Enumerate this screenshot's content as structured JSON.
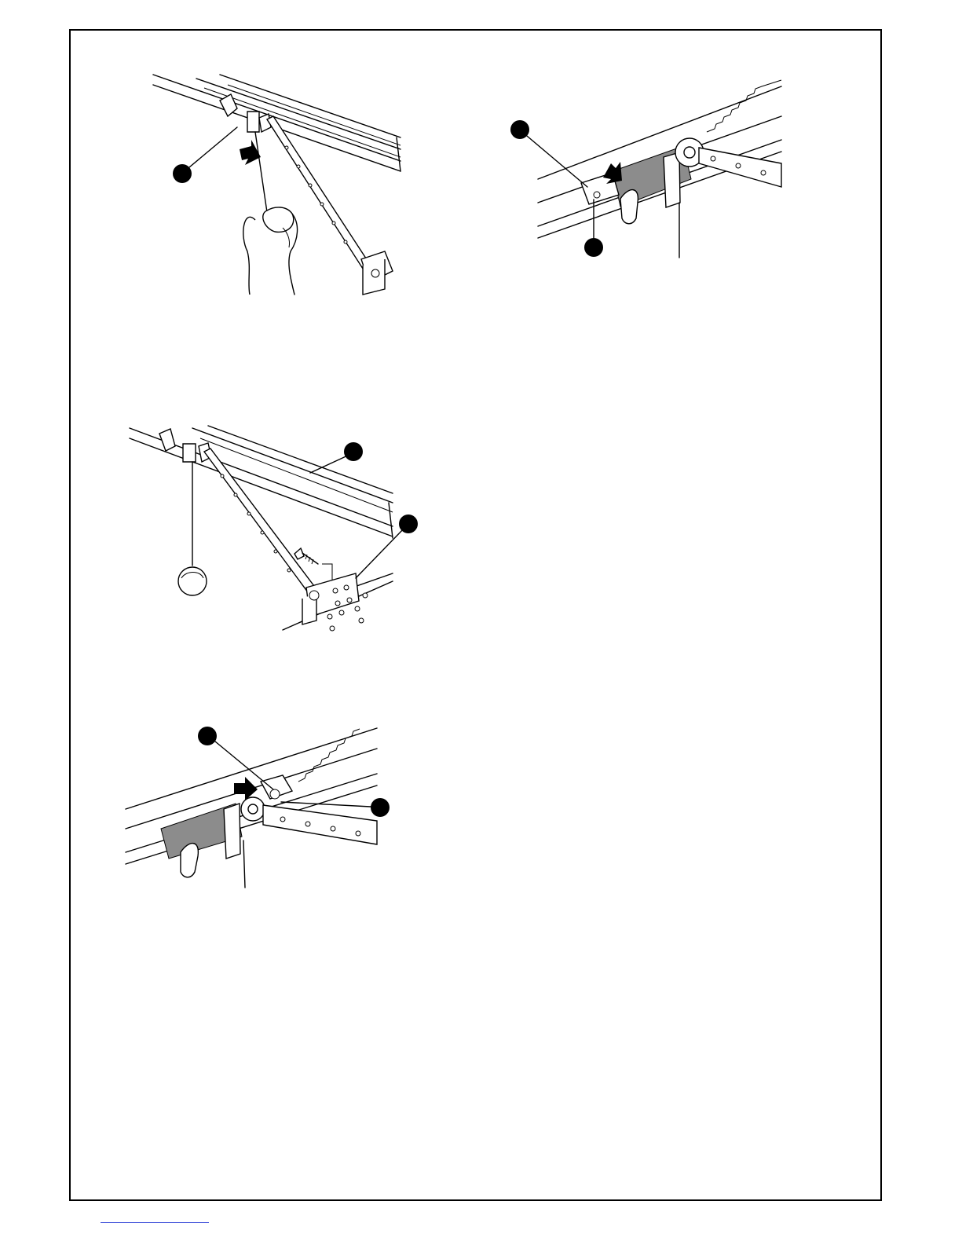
{
  "page": {
    "illustrations": [
      {
        "id": "fig-1",
        "icon": "emergency-release-pull-handle",
        "callouts": 1
      },
      {
        "id": "fig-2",
        "icon": "trolley-lock-pin",
        "callouts": 2
      },
      {
        "id": "fig-3",
        "icon": "door-bracket-mounting",
        "callouts": 2
      },
      {
        "id": "fig-4",
        "icon": "trolley-reconnect-arrow",
        "callouts": 2
      }
    ],
    "colors": {
      "line": "#000000",
      "shade": "#8c8c8c",
      "link_underline": "#3a4bd8"
    }
  }
}
